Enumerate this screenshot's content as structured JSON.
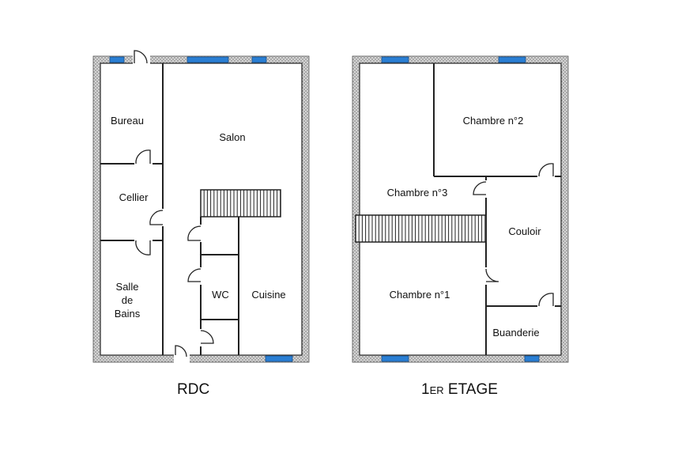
{
  "colors": {
    "wall_fill": "#d4d4d4",
    "wall_dot": "#8a8a8a",
    "window": "#2a7fd4",
    "line": "#222222"
  },
  "ground_floor": {
    "caption": "RDC",
    "rooms": {
      "bureau": "Bureau",
      "salon": "Salon",
      "cellier": "Cellier",
      "salle_de_bains": [
        "Salle",
        "de",
        "Bains"
      ],
      "wc": "WC",
      "cuisine": "Cuisine"
    }
  },
  "first_floor": {
    "caption_number": "1",
    "caption_suffix": "ER",
    "caption_word": "ETAGE",
    "rooms": {
      "chambre2": "Chambre n°2",
      "chambre3": "Chambre n°3",
      "couloir": "Couloir",
      "chambre1": "Chambre n°1",
      "buanderie": "Buanderie"
    }
  }
}
